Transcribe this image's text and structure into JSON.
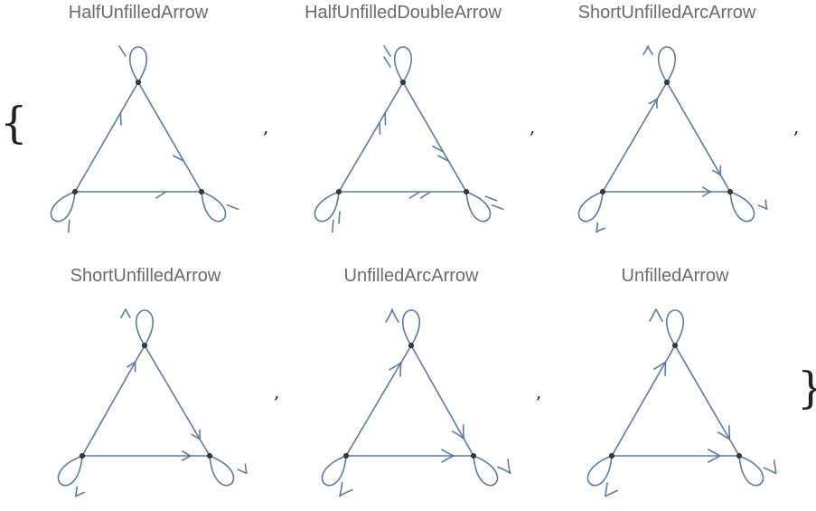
{
  "list": {
    "open_brace": "{",
    "close_brace": "}",
    "separator": ","
  },
  "panels": [
    {
      "title": "HalfUnfilledArrow",
      "arrow_style": "half"
    },
    {
      "title": "HalfUnfilledDoubleArrow",
      "arrow_style": "half-double"
    },
    {
      "title": "ShortUnfilledArcArrow",
      "arrow_style": "short-arc"
    },
    {
      "title": "ShortUnfilledArrow",
      "arrow_style": "short"
    },
    {
      "title": "UnfilledArcArrow",
      "arrow_style": "arc"
    },
    {
      "title": "UnfilledArrow",
      "arrow_style": "full"
    }
  ],
  "graph": {
    "vertices": [
      "top",
      "left",
      "right"
    ],
    "edges": [
      {
        "from": "left",
        "to": "top"
      },
      {
        "from": "top",
        "to": "right"
      },
      {
        "from": "left",
        "to": "right"
      },
      {
        "from": "top",
        "to": "top"
      },
      {
        "from": "left",
        "to": "left"
      },
      {
        "from": "right",
        "to": "right"
      }
    ]
  },
  "colors": {
    "edge": "#5d7aa3",
    "vertex": "#3a3a3a",
    "title": "#6b6b6b",
    "punctuation": "#222222"
  }
}
